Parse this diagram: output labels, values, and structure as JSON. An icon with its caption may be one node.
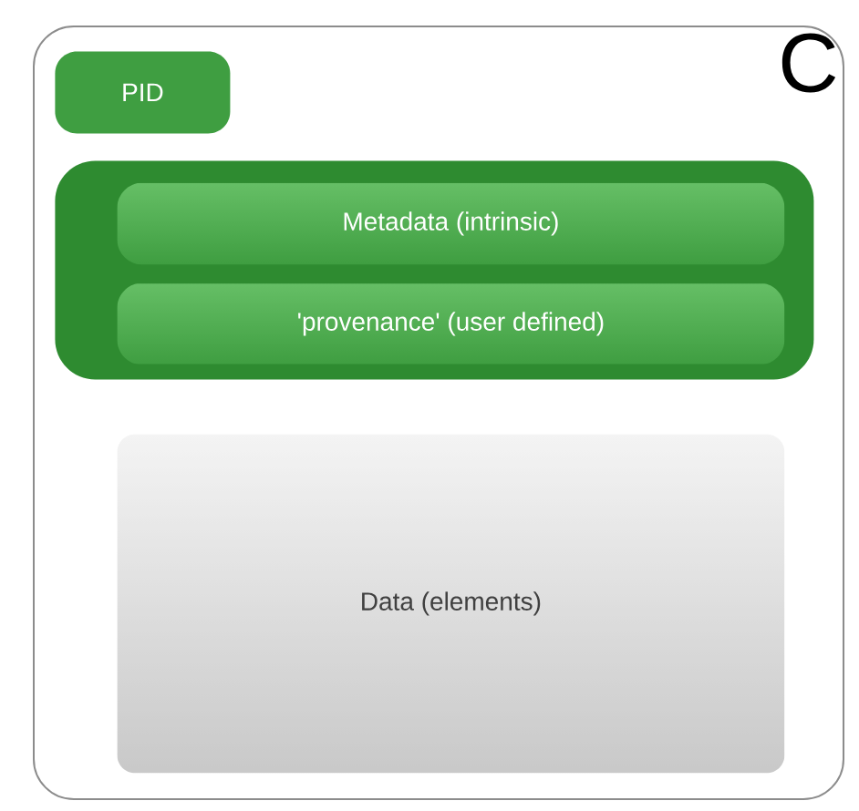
{
  "diagram": {
    "nodes": [
      {
        "text": [
          "C"
        ]
      },
      {
        "text": [
          "PID"
        ],
        "in": 0
      },
      {
        "text": [],
        "shape": "box",
        "in": 0
      },
      {
        "text": [
          "Metadata (intrinsic)"
        ],
        "in": 2
      },
      {
        "text": [
          "'provenance' (user defined)"
        ],
        "in": 2
      },
      {
        "text": [
          "Data (elements)"
        ],
        "in": 0
      }
    ]
  }
}
